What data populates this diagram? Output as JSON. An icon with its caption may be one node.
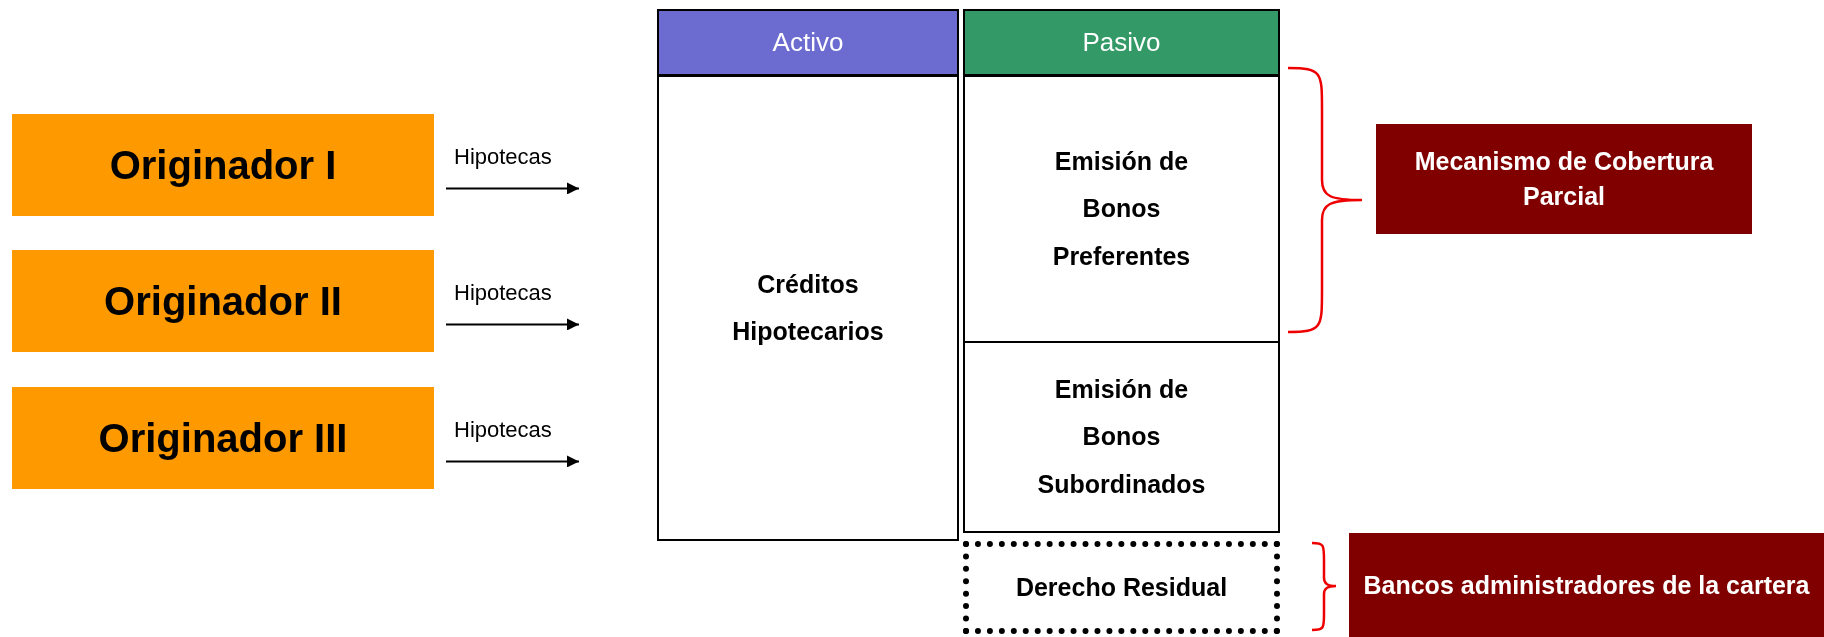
{
  "diagram": {
    "nodes": [
      {
        "text": [
          "Originador I"
        ]
      },
      {
        "text": [
          "Originador II"
        ]
      },
      {
        "text": [
          "Originador III"
        ]
      },
      {
        "text": [
          "Activo"
        ]
      },
      {
        "text": [
          "Créditos Hipotecarios"
        ]
      },
      {
        "text": [
          "Pasivo"
        ]
      },
      {
        "text": [
          "Emisión de Bonos Preferentes"
        ]
      },
      {
        "text": [
          "Emisión de Bonos Subordinados"
        ]
      },
      {
        "text": [
          "Derecho Residual"
        ]
      },
      {
        "text": [
          "Mecanismo de Cobertura Parcial"
        ]
      },
      {
        "text": [
          "Bancos administradores de la cartera"
        ]
      }
    ],
    "edges": [
      {
        "from": 0,
        "to": null,
        "arrow": "to",
        "label": "Hipotecas"
      },
      {
        "from": 1,
        "to": null,
        "arrow": "to",
        "label": "Hipotecas"
      },
      {
        "from": 2,
        "to": null,
        "arrow": "to",
        "label": "Hipotecas"
      }
    ]
  }
}
